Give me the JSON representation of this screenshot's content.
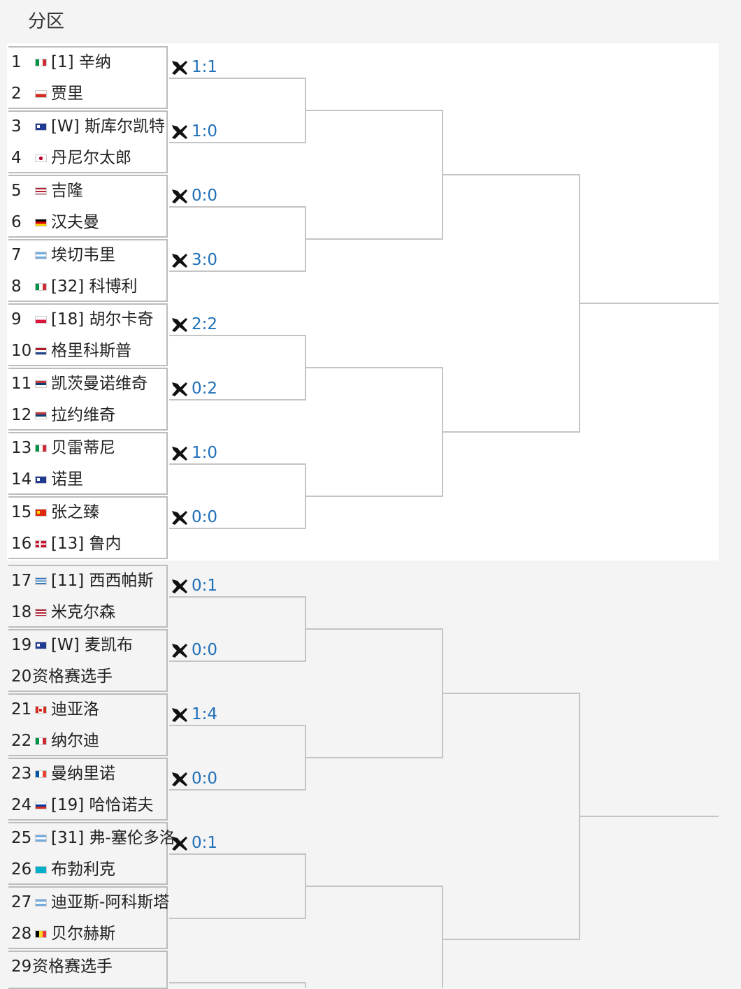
{
  "header": {
    "title": "分区"
  },
  "colors": {
    "score": "#1e6fb8",
    "line": "#c4c4c4",
    "border": "#bcbcbc"
  },
  "icons": {
    "score": "crossed-rackets-icon"
  },
  "players": [
    {
      "no": "1",
      "flag": "italy",
      "name": "[1] 辛纳"
    },
    {
      "no": "2",
      "flag": "chile",
      "name": "贾里"
    },
    {
      "no": "3",
      "flag": "australia",
      "name": "[W] 斯库尔凯特"
    },
    {
      "no": "4",
      "flag": "japan",
      "name": "丹尼尔太郎"
    },
    {
      "no": "5",
      "flag": "usa",
      "name": "吉隆"
    },
    {
      "no": "6",
      "flag": "germany",
      "name": "汉夫曼"
    },
    {
      "no": "7",
      "flag": "argentina",
      "name": "埃切韦里"
    },
    {
      "no": "8",
      "flag": "italy",
      "name": "[32] 科博利"
    },
    {
      "no": "9",
      "flag": "poland",
      "name": "[18] 胡尔卡奇"
    },
    {
      "no": "10",
      "flag": "netherlands",
      "name": "格里科斯普"
    },
    {
      "no": "11",
      "flag": "serbia",
      "name": "凯茨曼诺维奇"
    },
    {
      "no": "12",
      "flag": "serbia",
      "name": "拉约维奇"
    },
    {
      "no": "13",
      "flag": "italy",
      "name": "贝雷蒂尼"
    },
    {
      "no": "14",
      "flag": "uk",
      "name": "诺里"
    },
    {
      "no": "15",
      "flag": "china",
      "name": "张之臻"
    },
    {
      "no": "16",
      "flag": "denmark",
      "name": "[13] 鲁内"
    },
    {
      "no": "17",
      "flag": "greece",
      "name": "[11] 西西帕斯"
    },
    {
      "no": "18",
      "flag": "usa",
      "name": "米克尔森"
    },
    {
      "no": "19",
      "flag": "australia",
      "name": "[W] 麦凯布"
    },
    {
      "no": "20",
      "flag": "",
      "name": "资格赛选手"
    },
    {
      "no": "21",
      "flag": "canada",
      "name": "迪亚洛"
    },
    {
      "no": "22",
      "flag": "italy",
      "name": "纳尔迪"
    },
    {
      "no": "23",
      "flag": "france",
      "name": "曼纳里诺"
    },
    {
      "no": "24",
      "flag": "russia",
      "name": "[19] 哈恰诺夫"
    },
    {
      "no": "25",
      "flag": "argentina",
      "name": "[31] 弗-塞伦多洛"
    },
    {
      "no": "26",
      "flag": "kazakhstan",
      "name": "布勃利克"
    },
    {
      "no": "27",
      "flag": "argentina",
      "name": "迪亚斯-阿科斯塔"
    },
    {
      "no": "28",
      "flag": "belgium",
      "name": "贝尔赫斯"
    },
    {
      "no": "29",
      "flag": "",
      "name": "资格赛选手"
    }
  ],
  "matches": [
    {
      "score": "1:1"
    },
    {
      "score": "1:0"
    },
    {
      "score": "0:0"
    },
    {
      "score": "3:0"
    },
    {
      "score": "2:2"
    },
    {
      "score": "0:2"
    },
    {
      "score": "1:0"
    },
    {
      "score": "0:0"
    },
    {
      "score": "0:1"
    },
    {
      "score": "0:0"
    },
    {
      "score": "1:4"
    },
    {
      "score": "0:0"
    },
    {
      "score": "0:1"
    }
  ]
}
